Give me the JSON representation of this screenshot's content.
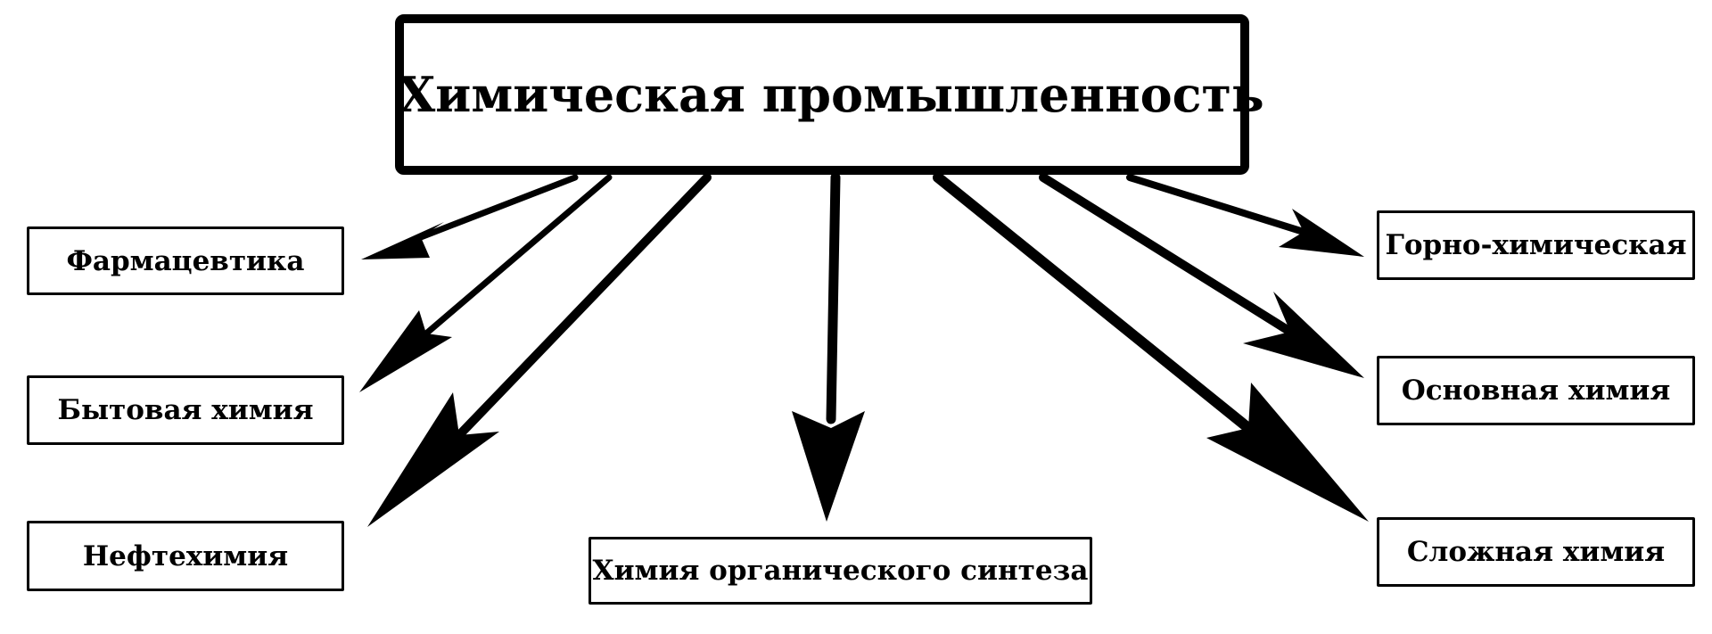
{
  "diagram": {
    "root": "Химическая промышленность",
    "branches": {
      "pharmaceutics": "Фармацевтика",
      "household": "Бытовая химия",
      "petrochemistry": "Нефтехимия",
      "organic_synthesis": "Химия органического синтеза",
      "mining": "Горно-химическая",
      "basic": "Основная химия",
      "complex": "Сложная химия"
    },
    "edges": [
      {
        "from": "root",
        "to": "pharmaceutics"
      },
      {
        "from": "root",
        "to": "household"
      },
      {
        "from": "root",
        "to": "petrochemistry"
      },
      {
        "from": "root",
        "to": "organic_synthesis"
      },
      {
        "from": "root",
        "to": "mining"
      },
      {
        "from": "root",
        "to": "basic"
      },
      {
        "from": "root",
        "to": "complex"
      }
    ],
    "colors": {
      "line": "#000000",
      "fill": "#ffffff"
    }
  }
}
